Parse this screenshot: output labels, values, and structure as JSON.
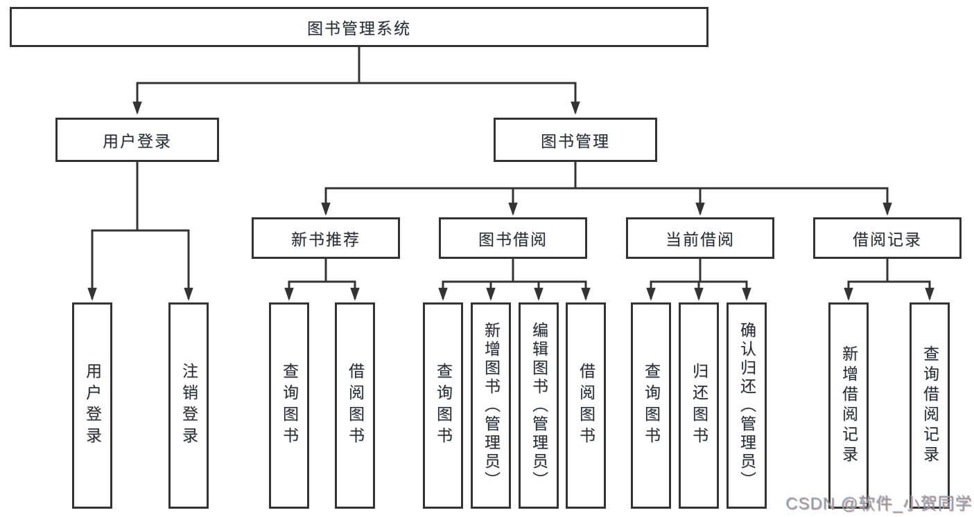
{
  "diagram": {
    "title": "图书管理系统",
    "branches": [
      {
        "label": "用户登录",
        "children": [
          {
            "label": "用户登录"
          },
          {
            "label": "注销登录"
          }
        ]
      },
      {
        "label": "图书管理",
        "children": [
          {
            "label": "新书推荐",
            "children": [
              {
                "label": "查询图书"
              },
              {
                "label": "借阅图书"
              }
            ]
          },
          {
            "label": "图书借阅",
            "children": [
              {
                "label": "查询图书"
              },
              {
                "label": "新增图书（管理员）"
              },
              {
                "label": "编辑图书（管理员）"
              },
              {
                "label": "借阅图书"
              }
            ]
          },
          {
            "label": "当前借阅",
            "children": [
              {
                "label": "查询图书"
              },
              {
                "label": "归还图书"
              },
              {
                "label": "确认归还（管理员）"
              }
            ]
          },
          {
            "label": "借阅记录",
            "children": [
              {
                "label": "新增借阅记录"
              },
              {
                "label": "查询借阅记录"
              }
            ]
          }
        ]
      }
    ]
  },
  "watermark": {
    "text": "CSDN @软件_小贺同学"
  },
  "colors": {
    "background": "#ffffff",
    "line": "#333333",
    "box_border": "#333333",
    "text": "#2b2b2b",
    "watermark": "#9b9b9b"
  }
}
